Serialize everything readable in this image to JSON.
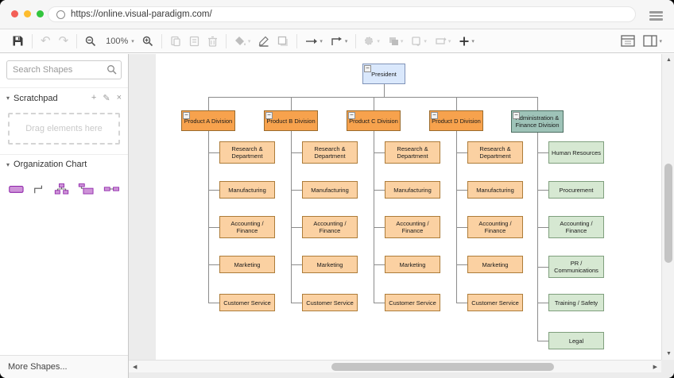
{
  "browser": {
    "url": "https://online.visual-paradigm.com/"
  },
  "toolbar": {
    "zoom_level": "100%",
    "icon_names": [
      "save",
      "undo",
      "redo",
      "zoom-out",
      "zoom-in",
      "copy",
      "paste",
      "delete",
      "fill-color",
      "line-color",
      "shadow",
      "arrow-style",
      "connector-style",
      "gradient",
      "to-front",
      "align",
      "rotate",
      "insert",
      "toggle-format-panel",
      "toggle-panels"
    ]
  },
  "sidebar": {
    "search_placeholder": "Search Shapes",
    "scratchpad": {
      "label": "Scratchpad",
      "hint": "Drag elements here",
      "tools": [
        "add",
        "edit",
        "close"
      ]
    },
    "org_section": {
      "label": "Organization Chart"
    },
    "palette_icon_names": [
      "org-unit-shape",
      "elbow-connector-shape",
      "org-tree-shape",
      "org-branch-shape",
      "org-siblings-shape"
    ],
    "more_shapes": "More Shapes..."
  },
  "canvas": {
    "chart": {
      "type": "org-chart",
      "connector_color": "#8c8c8c",
      "president": {
        "label": "President",
        "fill": "#dae8fc",
        "border": "#8093b8"
      },
      "divisions": [
        {
          "label": "Product A Division",
          "fill": "#f7a24d",
          "border": "#9a6b2d",
          "child_fill": "#fbd1a2",
          "child_border": "#ad7c39",
          "children": [
            "Research & Department",
            "Manufacturing",
            "Accounting / Finance",
            "Marketing",
            "Customer Service"
          ]
        },
        {
          "label": "Product B Division",
          "fill": "#f7a24d",
          "border": "#9a6b2d",
          "child_fill": "#fbd1a2",
          "child_border": "#ad7c39",
          "children": [
            "Research & Department",
            "Manufacturing",
            "Accounting / Finance",
            "Marketing",
            "Customer Service"
          ]
        },
        {
          "label": "Product C Division",
          "fill": "#f7a24d",
          "border": "#9a6b2d",
          "child_fill": "#fbd1a2",
          "child_border": "#ad7c39",
          "children": [
            "Research & Department",
            "Manufacturing",
            "Accounting / Finance",
            "Marketing",
            "Customer Service"
          ]
        },
        {
          "label": "Product D Division",
          "fill": "#f7a24d",
          "border": "#9a6b2d",
          "child_fill": "#fbd1a2",
          "child_border": "#ad7c39",
          "children": [
            "Research & Department",
            "Manufacturing",
            "Accounting / Finance",
            "Marketing",
            "Customer Service"
          ]
        },
        {
          "label": "Administration & Finance Division",
          "fill": "#9ec3b8",
          "border": "#4b6d60",
          "child_fill": "#d6e8d2",
          "child_border": "#7f9f7d",
          "children": [
            "Human Resources",
            "Procurement",
            "Accounting / Finance",
            "PR / Communications",
            "Training / Safety",
            "Legal"
          ]
        }
      ]
    }
  }
}
